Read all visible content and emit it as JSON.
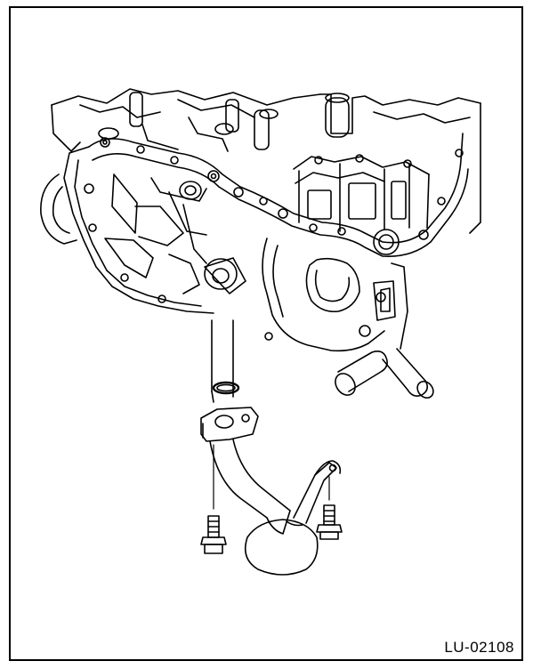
{
  "figure": {
    "code": "LU-02108",
    "line_color": "#000000",
    "background": "#ffffff",
    "parts": [
      {
        "name": "cylinder-block",
        "icon": "engine-block-icon"
      },
      {
        "name": "o-ring",
        "icon": "o-ring-icon"
      },
      {
        "name": "oil-strainer",
        "icon": "oil-strainer-icon"
      },
      {
        "name": "bolt",
        "icon": "bolt-icon",
        "count": 2
      }
    ]
  }
}
